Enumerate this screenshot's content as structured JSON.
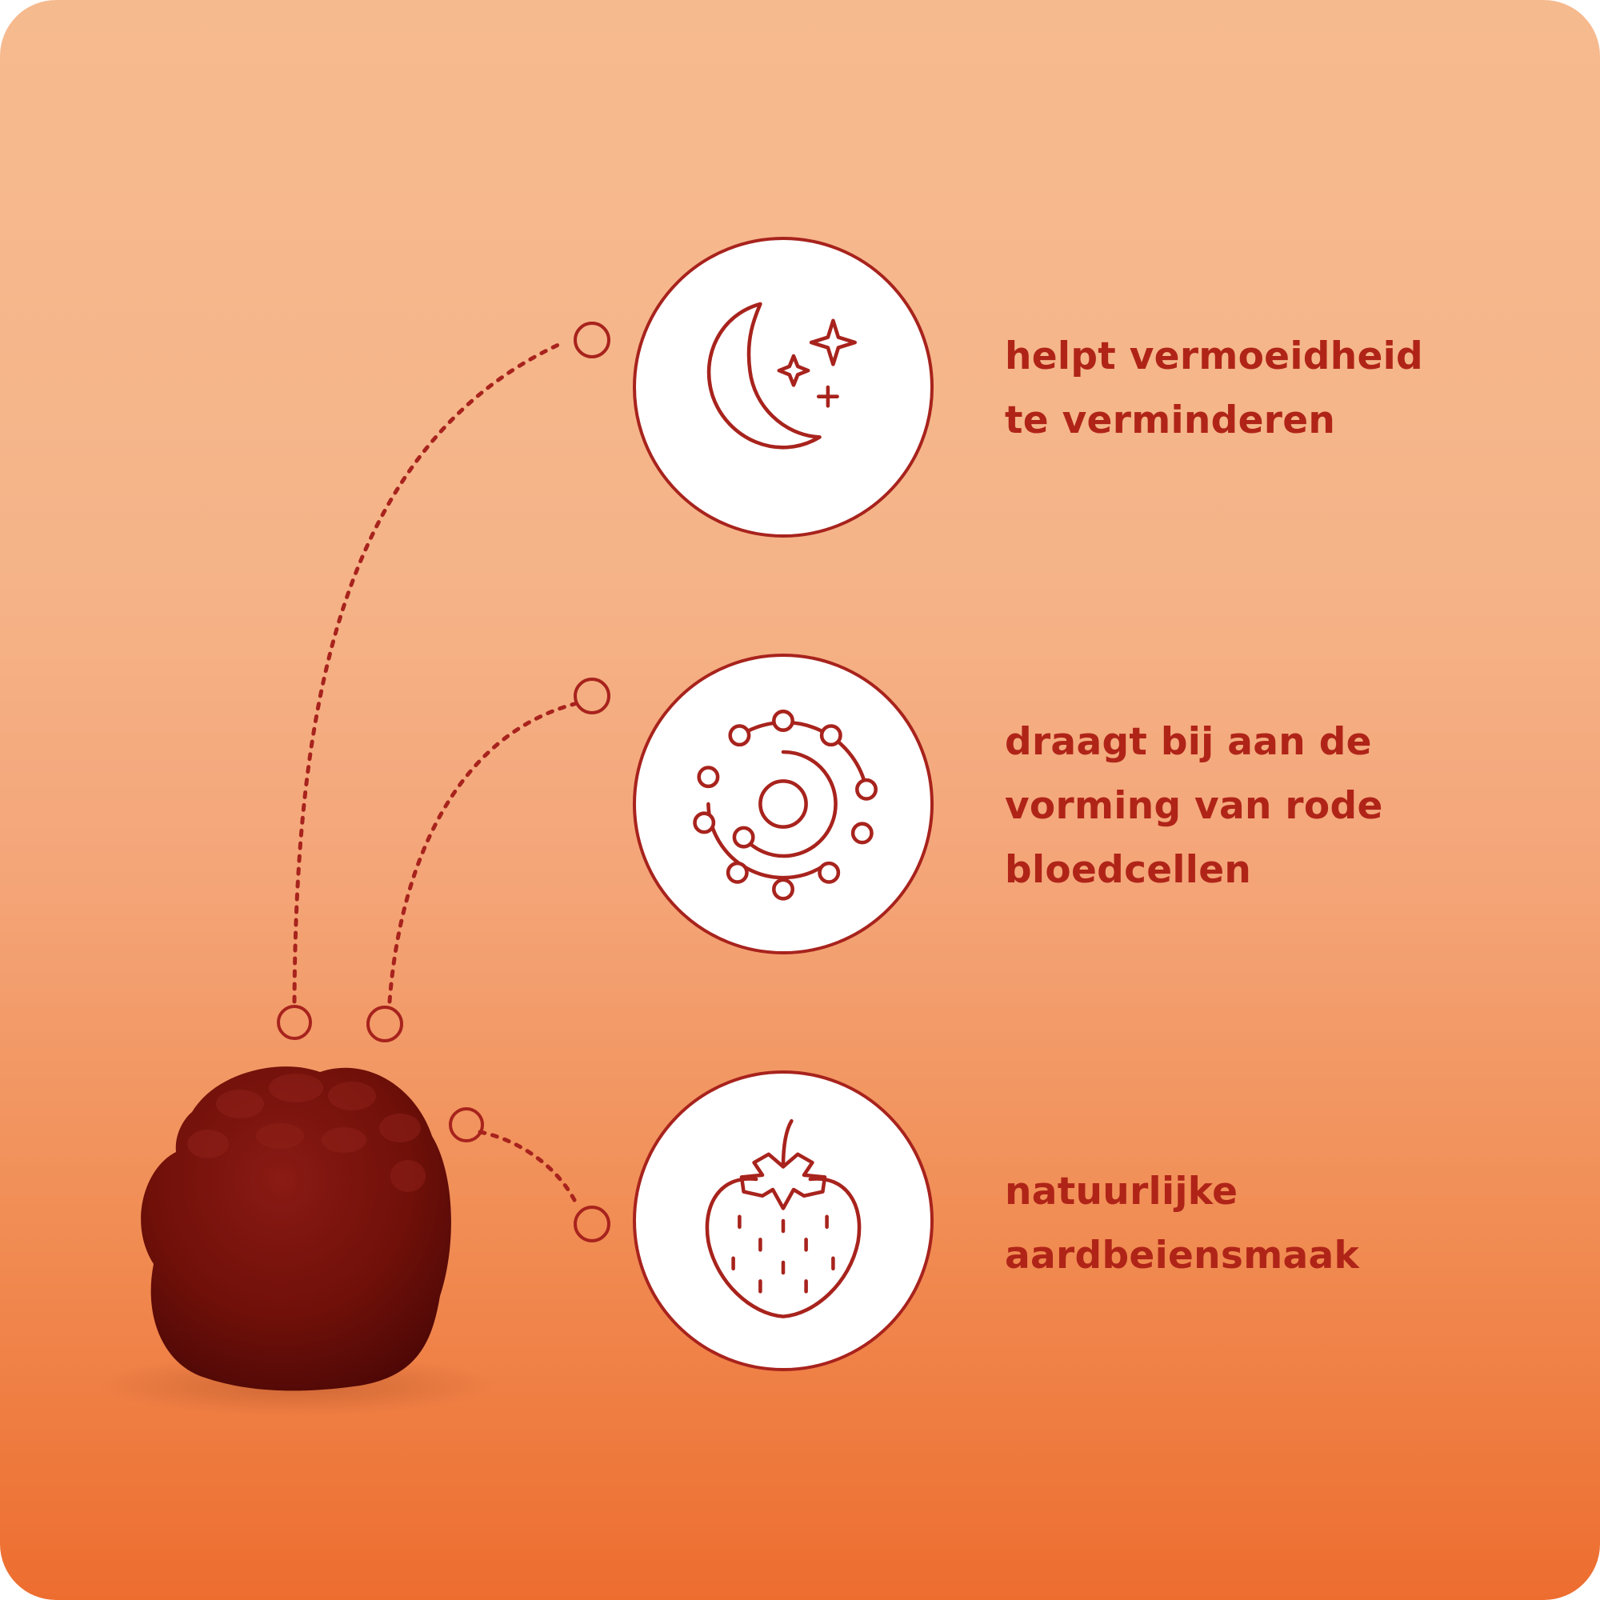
{
  "colors": {
    "accent": "#a8231d",
    "text": "#b02418",
    "gummy": "#7d0f0c",
    "background_top": "#f6ba8f",
    "background_bottom": "#ed6d2f"
  },
  "benefits": [
    {
      "icon": "moon-stars-icon",
      "lines": [
        "helpt vermoeidheid",
        "te verminderen"
      ]
    },
    {
      "icon": "blood-cells-icon",
      "lines": [
        "draagt bij aan de",
        "vorming van rode",
        "bloedcellen"
      ]
    },
    {
      "icon": "strawberry-icon",
      "lines": [
        "natuurlijke",
        "aardbeiensmaak"
      ]
    }
  ]
}
